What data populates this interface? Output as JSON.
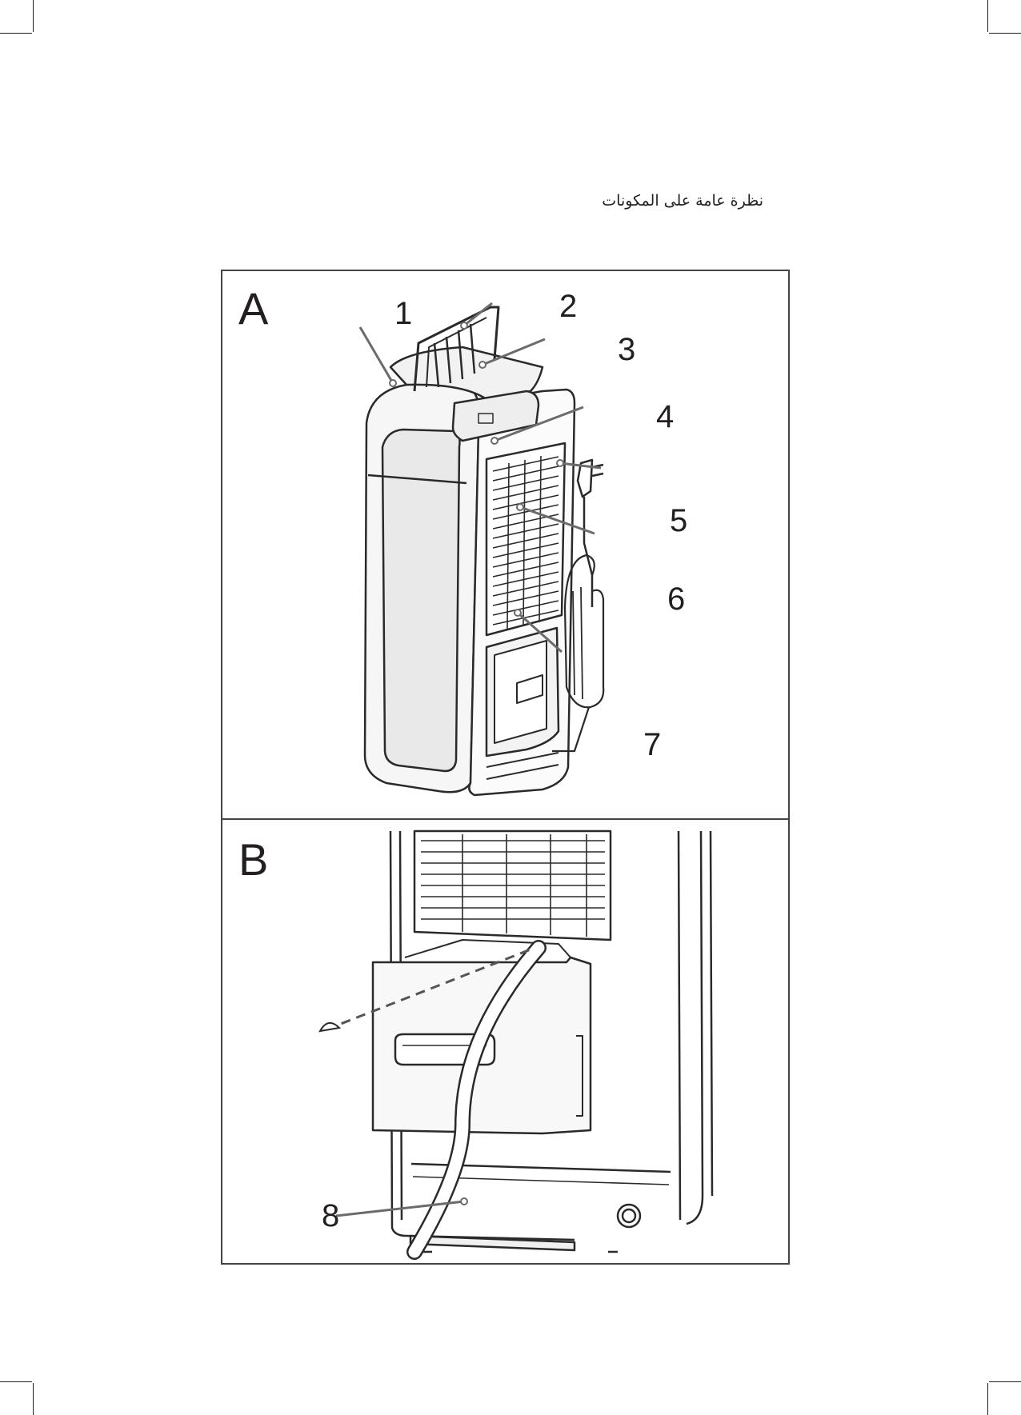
{
  "heading": "نظرة عامة على المكونات",
  "panels": {
    "a": {
      "label": "A"
    },
    "b": {
      "label": "B"
    }
  },
  "callouts": {
    "c1": "1",
    "c2": "2",
    "c3": "3",
    "c4": "4",
    "c5": "5",
    "c6": "6",
    "c7": "7",
    "c8": "8"
  }
}
